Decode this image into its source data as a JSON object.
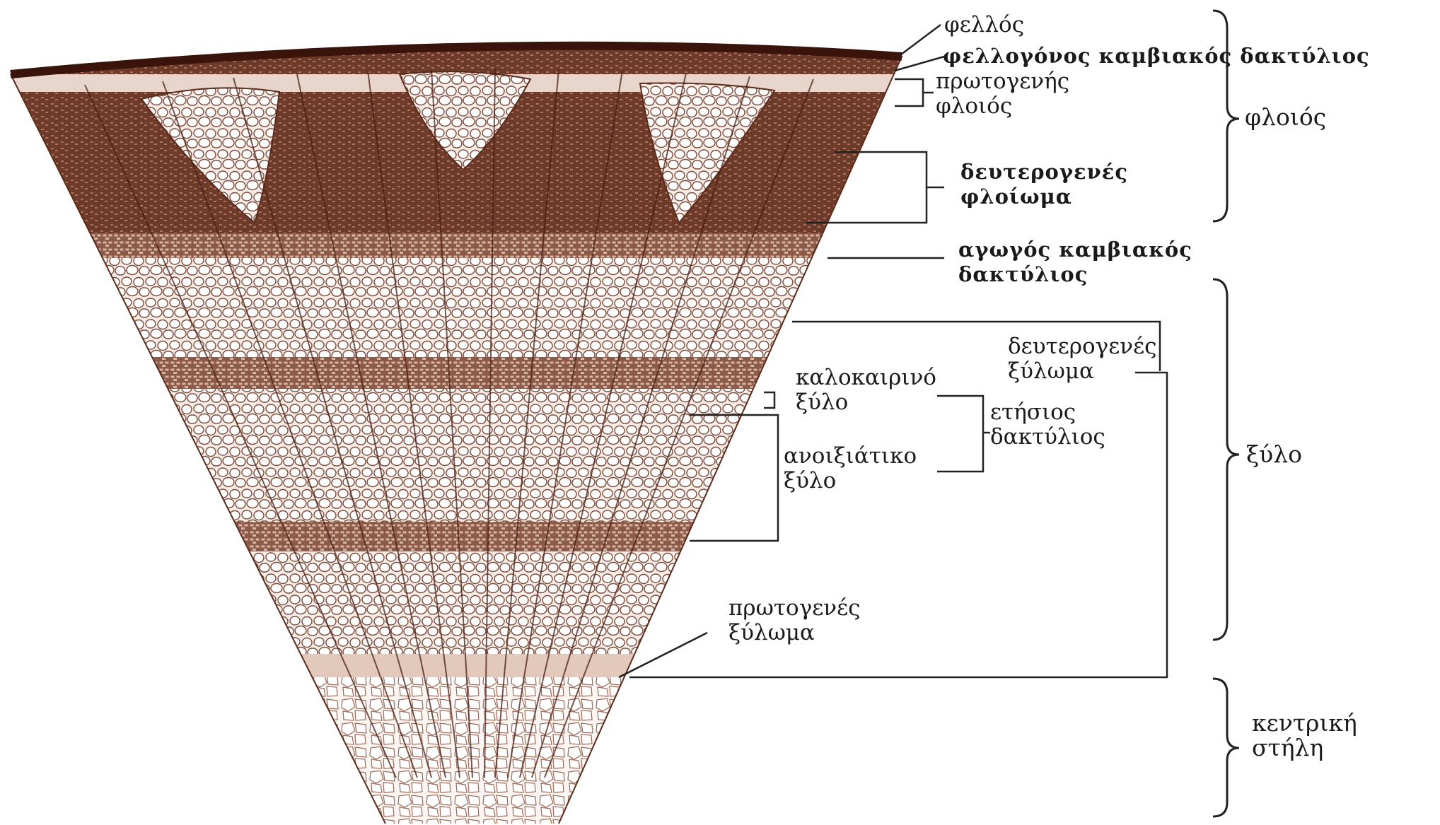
{
  "labels": {
    "phellos": "φελλός",
    "phellogen": "φελλογόνος καμβιακός δακτύλιος",
    "primary_cortex_1": "πρωτογενής",
    "primary_cortex_2": "φλοιός",
    "secondary_phloem_1": "δευτερογενές",
    "secondary_phloem_2": "φλοίωμα",
    "vascular_cambium_1": "αγωγός καμβιακός",
    "vascular_cambium_2": "δακτύλιος",
    "secondary_xylem_1": "δευτερογενές",
    "secondary_xylem_2": "ξύλωμα",
    "summer_wood_1": "καλοκαιρινό",
    "summer_wood_2": "ξύλο",
    "spring_wood_1": "ανοιξιάτικο",
    "spring_wood_2": "ξύλο",
    "annual_ring_1": "ετήσιος",
    "annual_ring_2": "δακτύλιος",
    "primary_xylem_1": "πρωτογενές",
    "primary_xylem_2": "ξύλωμα",
    "bark": "φλοιός",
    "wood": "ξύλο",
    "central_stele_1": "κεντρική",
    "central_stele_2": "στήλη"
  },
  "colors": {
    "dark_tissue": "#6e3a2a",
    "mid_tissue": "#8c5a48",
    "light_tissue": "#c9a08c",
    "cell_fill": "#ffffff",
    "cell_wall": "#7a4a3a",
    "line": "#222222"
  }
}
